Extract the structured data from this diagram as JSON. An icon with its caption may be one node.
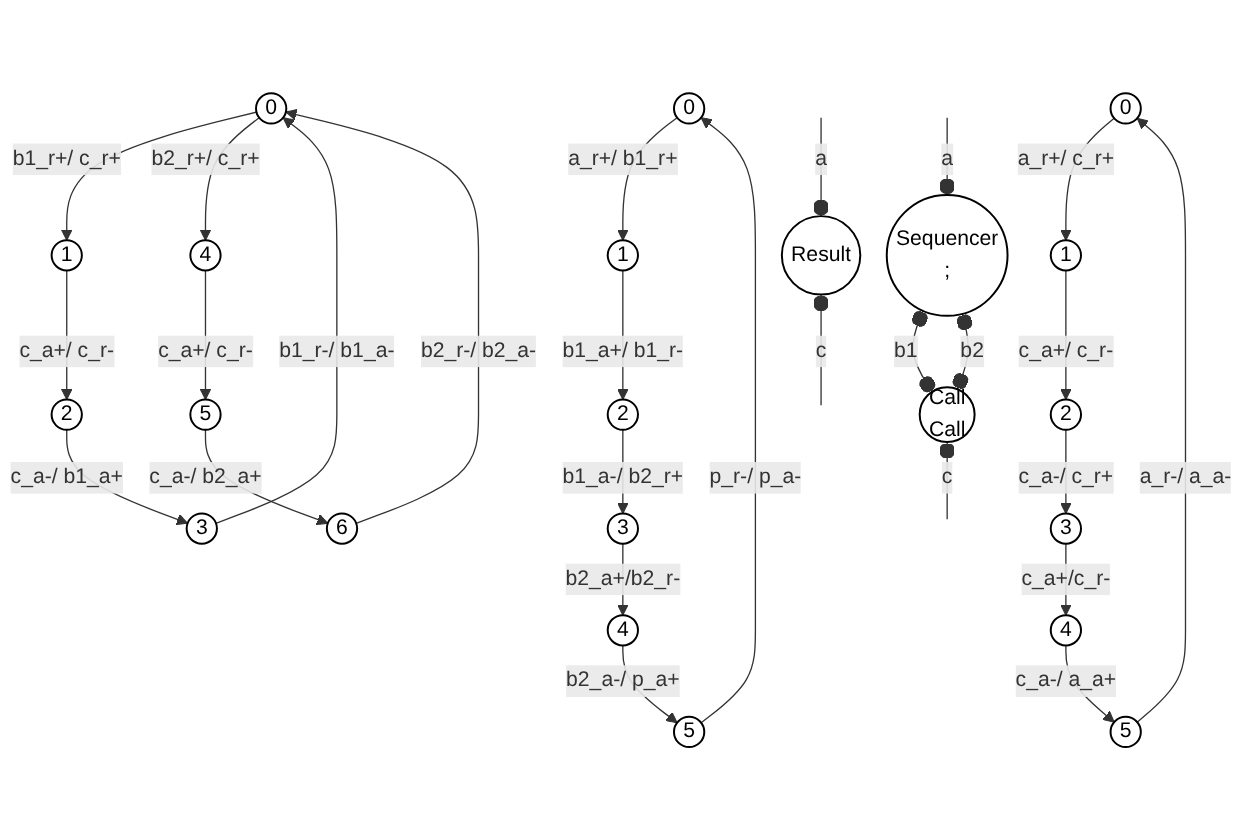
{
  "diagram": {
    "nodes": [
      {
        "text": [
          "Sequencer",
          ";"
        ]
      },
      {
        "text": [
          "Call",
          "Call"
        ]
      },
      {
        "text": [
          "Result"
        ]
      },
      {
        "text": [
          "0"
        ]
      },
      {
        "text": [
          "1"
        ]
      },
      {
        "text": [
          "2"
        ]
      },
      {
        "text": [
          "3"
        ]
      },
      {
        "text": [
          "4"
        ]
      },
      {
        "text": [
          "5"
        ]
      },
      {
        "text": [
          "0"
        ]
      },
      {
        "text": [
          "1"
        ]
      },
      {
        "text": [
          "2"
        ]
      },
      {
        "text": [
          "3"
        ]
      },
      {
        "text": [
          "4"
        ]
      },
      {
        "text": [
          "5"
        ]
      },
      {
        "text": [
          "6"
        ]
      },
      {
        "text": [
          "0"
        ]
      },
      {
        "text": [
          "1"
        ]
      },
      {
        "text": [
          "2"
        ]
      },
      {
        "text": [
          "3"
        ]
      },
      {
        "text": [
          "4"
        ]
      },
      {
        "text": [
          "5"
        ]
      }
    ],
    "edges": [
      {
        "from": null,
        "to": 0,
        "arrow": "other",
        "label": "a"
      },
      {
        "from": 0,
        "to": 1,
        "arrow": "other",
        "label": "b1"
      },
      {
        "from": 0,
        "to": 1,
        "arrow": "other",
        "label": "b2"
      },
      {
        "from": 1,
        "to": null,
        "arrow": "other",
        "label": "c"
      },
      {
        "from": null,
        "to": 2,
        "arrow": "other",
        "label": "a"
      },
      {
        "from": 2,
        "to": null,
        "arrow": "other",
        "label": "c"
      },
      {
        "from": 3,
        "to": 4,
        "arrow": "to",
        "label": "a_r+/ b1_r+"
      },
      {
        "from": 4,
        "to": 5,
        "arrow": "to",
        "label": "b1_a+/ b1_r-"
      },
      {
        "from": 5,
        "to": 6,
        "arrow": "to",
        "label": "b1_a-/ b2_r+"
      },
      {
        "from": 6,
        "to": 7,
        "arrow": "to",
        "label": "b2_a+/b2_r-"
      },
      {
        "from": 7,
        "to": 8,
        "arrow": "to",
        "label": "b2_a-/ p_a+"
      },
      {
        "from": 8,
        "to": 3,
        "arrow": "to",
        "label": "p_r-/ p_a-"
      },
      {
        "from": 9,
        "to": 10,
        "arrow": "to",
        "label": "b1_r+/ c_r+"
      },
      {
        "from": 10,
        "to": 11,
        "arrow": "to",
        "label": "c_a+/ c_r-"
      },
      {
        "from": 11,
        "to": 12,
        "arrow": "to",
        "label": "c_a-/ b1_a+"
      },
      {
        "from": 12,
        "to": 9,
        "arrow": "to",
        "label": "b1_r-/ b1_a-"
      },
      {
        "from": 9,
        "to": 13,
        "arrow": "to",
        "label": "b2_r+/ c_r+"
      },
      {
        "from": 13,
        "to": 14,
        "arrow": "to",
        "label": "c_a+/ c_r-"
      },
      {
        "from": 14,
        "to": 15,
        "arrow": "to",
        "label": "c_a-/ b2_a+"
      },
      {
        "from": 15,
        "to": 9,
        "arrow": "to",
        "label": "b2_r-/ b2_a-"
      },
      {
        "from": 16,
        "to": 17,
        "arrow": "to",
        "label": "a_r+/ c_r+"
      },
      {
        "from": 17,
        "to": 18,
        "arrow": "to",
        "label": "c_a+/ c_r-"
      },
      {
        "from": 18,
        "to": 19,
        "arrow": "to",
        "label": "c_a-/ c_r+"
      },
      {
        "from": 19,
        "to": 20,
        "arrow": "to",
        "label": "c_a+/c_r-"
      },
      {
        "from": 20,
        "to": 21,
        "arrow": "to",
        "label": "c_a-/ a_a+"
      },
      {
        "from": 21,
        "to": 16,
        "arrow": "to",
        "label": "a_r-/ a_a-"
      }
    ]
  }
}
